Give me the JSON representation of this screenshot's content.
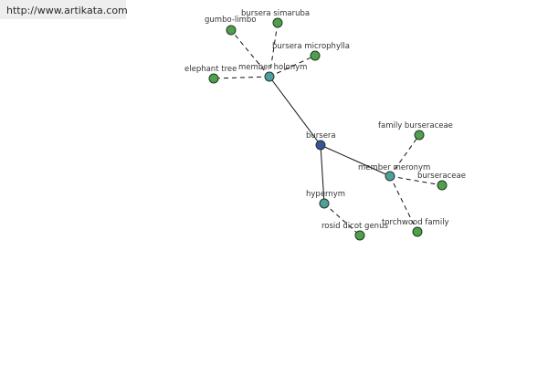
{
  "header": {
    "url": "http://www.artikata.com"
  },
  "colors": {
    "root": "#3f4f9f",
    "relation": "#4f9f9f",
    "leaf": "#4f9f4f"
  },
  "graph": {
    "nodes": [
      {
        "id": "bursera",
        "label": "bursera",
        "kind": "root"
      },
      {
        "id": "member-holonym",
        "label": "member holonym",
        "kind": "relation"
      },
      {
        "id": "member-meronym",
        "label": "member meronym",
        "kind": "relation"
      },
      {
        "id": "hypernym",
        "label": "hypernym",
        "kind": "relation"
      },
      {
        "id": "gumbo-limbo",
        "label": "gumbo-limbo",
        "kind": "leaf"
      },
      {
        "id": "bursera-simaruba",
        "label": "bursera simaruba",
        "kind": "leaf"
      },
      {
        "id": "bursera-microphylla",
        "label": "bursera microphylla",
        "kind": "leaf"
      },
      {
        "id": "elephant-tree",
        "label": "elephant tree",
        "kind": "leaf"
      },
      {
        "id": "family-burseraceae",
        "label": "family burseraceae",
        "kind": "leaf"
      },
      {
        "id": "burseraceae",
        "label": "burseraceae",
        "kind": "leaf"
      },
      {
        "id": "torchwood-family",
        "label": "torchwood family",
        "kind": "leaf"
      },
      {
        "id": "rosid-dicot-genus",
        "label": "rosid dicot genus",
        "kind": "leaf"
      }
    ],
    "edges": [
      {
        "from": "bursera",
        "to": "member-holonym",
        "style": "solid"
      },
      {
        "from": "bursera",
        "to": "member-meronym",
        "style": "solid"
      },
      {
        "from": "bursera",
        "to": "hypernym",
        "style": "solid"
      },
      {
        "from": "member-holonym",
        "to": "gumbo-limbo",
        "style": "dashed"
      },
      {
        "from": "member-holonym",
        "to": "bursera-simaruba",
        "style": "dashed"
      },
      {
        "from": "member-holonym",
        "to": "bursera-microphylla",
        "style": "dashed"
      },
      {
        "from": "member-holonym",
        "to": "elephant-tree",
        "style": "dashed"
      },
      {
        "from": "member-meronym",
        "to": "family-burseraceae",
        "style": "dashed"
      },
      {
        "from": "member-meronym",
        "to": "burseraceae",
        "style": "dashed"
      },
      {
        "from": "member-meronym",
        "to": "torchwood-family",
        "style": "dashed"
      },
      {
        "from": "hypernym",
        "to": "rosid-dicot-genus",
        "style": "dashed"
      }
    ]
  }
}
